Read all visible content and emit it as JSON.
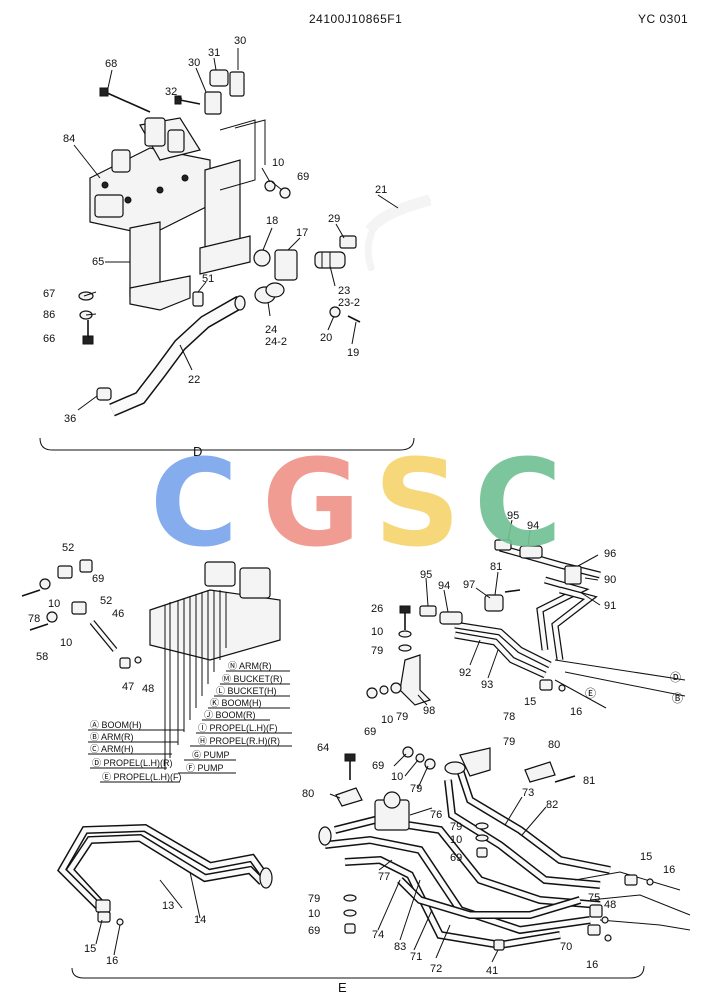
{
  "header": {
    "drawing_no": "24100J10865F1",
    "page_code": "YC 0301"
  },
  "watermark": {
    "letters": [
      "C",
      "G",
      "S",
      "C"
    ],
    "colors": [
      "#7ba7ec",
      "#ef9489",
      "#f6d46e",
      "#72c194"
    ]
  },
  "sections": {
    "top": "D",
    "bottom": "E"
  },
  "top_labels": [
    "68",
    "30",
    "31",
    "30",
    "32",
    "84",
    "10",
    "69",
    "21",
    "18",
    "17",
    "29",
    "65",
    "51",
    "23",
    "23-2",
    "67",
    "86",
    "24",
    "24-2",
    "20",
    "19",
    "66",
    "22",
    "36"
  ],
  "left_labels": [
    "52",
    "69",
    "10",
    "78",
    "52",
    "46",
    "10",
    "58",
    "47",
    "48"
  ],
  "port_labels": [
    "Ⓝ ARM(R)",
    "Ⓜ BUCKET(R)",
    "Ⓛ BUCKET(H)",
    "Ⓚ BOOM(H)",
    "Ⓙ BOOM(R)",
    "Ⓘ PROPEL(L.H)(F)",
    "Ⓗ PROPEL(R.H)(R)",
    "Ⓖ PUMP",
    "Ⓕ PUMP",
    "Ⓐ BOOM(H)",
    "Ⓑ ARM(R)",
    "Ⓒ ARM(H)",
    "Ⓓ PROPEL(L.H)(R)",
    "Ⓔ PROPEL(L.H)(F)"
  ],
  "right_labels": [
    "95",
    "94",
    "96",
    "95",
    "94",
    "81",
    "97",
    "90",
    "91",
    "26",
    "10",
    "79",
    "92",
    "93",
    "Ⓓ",
    "15",
    "Ⓔ",
    "16",
    "Ⓑ",
    "69",
    "10",
    "79",
    "98",
    "78",
    "79"
  ],
  "bottom_labels": [
    "64",
    "80",
    "69",
    "10",
    "79",
    "80",
    "81",
    "76",
    "73",
    "82",
    "79",
    "10",
    "69",
    "77",
    "15",
    "16",
    "75",
    "48",
    "70",
    "16",
    "74",
    "83",
    "71",
    "72",
    "41",
    "79",
    "10",
    "69",
    "13",
    "14",
    "15",
    "16"
  ]
}
